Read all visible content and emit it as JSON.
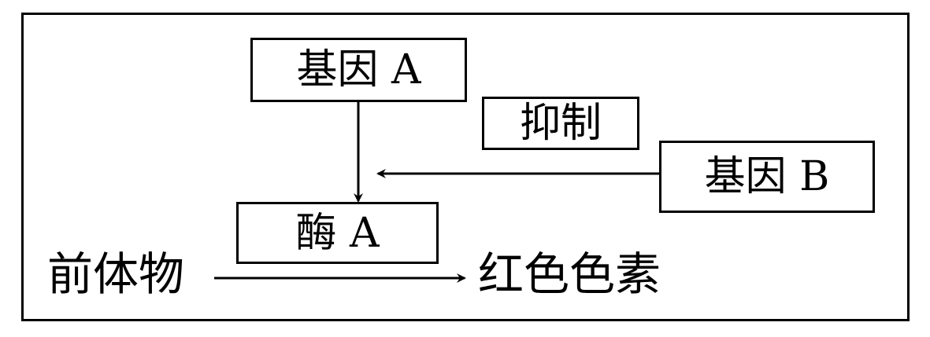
{
  "nodes": {
    "gene_a": "基因 A",
    "inhibit": "抑制",
    "gene_b": "基因 B",
    "enzyme_a": "酶 A",
    "precursor": "前体物",
    "product": "红色色素"
  }
}
